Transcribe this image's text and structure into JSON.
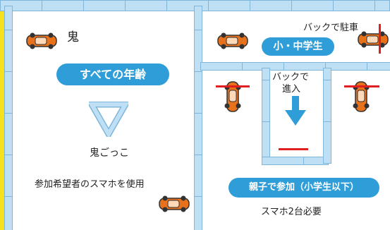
{
  "colors": {
    "background": "#f5e21a",
    "tape": "#bfe0f4",
    "tape_edge": "#7fb6da",
    "pill": "#2f9ed8",
    "car": "#e8711c",
    "stop_line": "#e02020",
    "arrow": "#2f9ed8"
  },
  "left_area": {
    "oni_label": "鬼",
    "all_ages_pill": "すべての年齢",
    "game_label": "鬼ごっこ",
    "phone_note": "参加希望者のスマホを使用"
  },
  "right_top": {
    "back_park_label": "バックで駐車",
    "grade_pill": "小・中学生"
  },
  "center_lane": {
    "back_enter_label_line1": "バックで",
    "back_enter_label_line2": "進入"
  },
  "right_bottom": {
    "parent_child_pill": "親子で参加（小学生以下）",
    "phones_needed": "スマホ2台必要"
  },
  "icons": [
    "car-icon",
    "triangle-icon",
    "down-arrow-icon"
  ]
}
